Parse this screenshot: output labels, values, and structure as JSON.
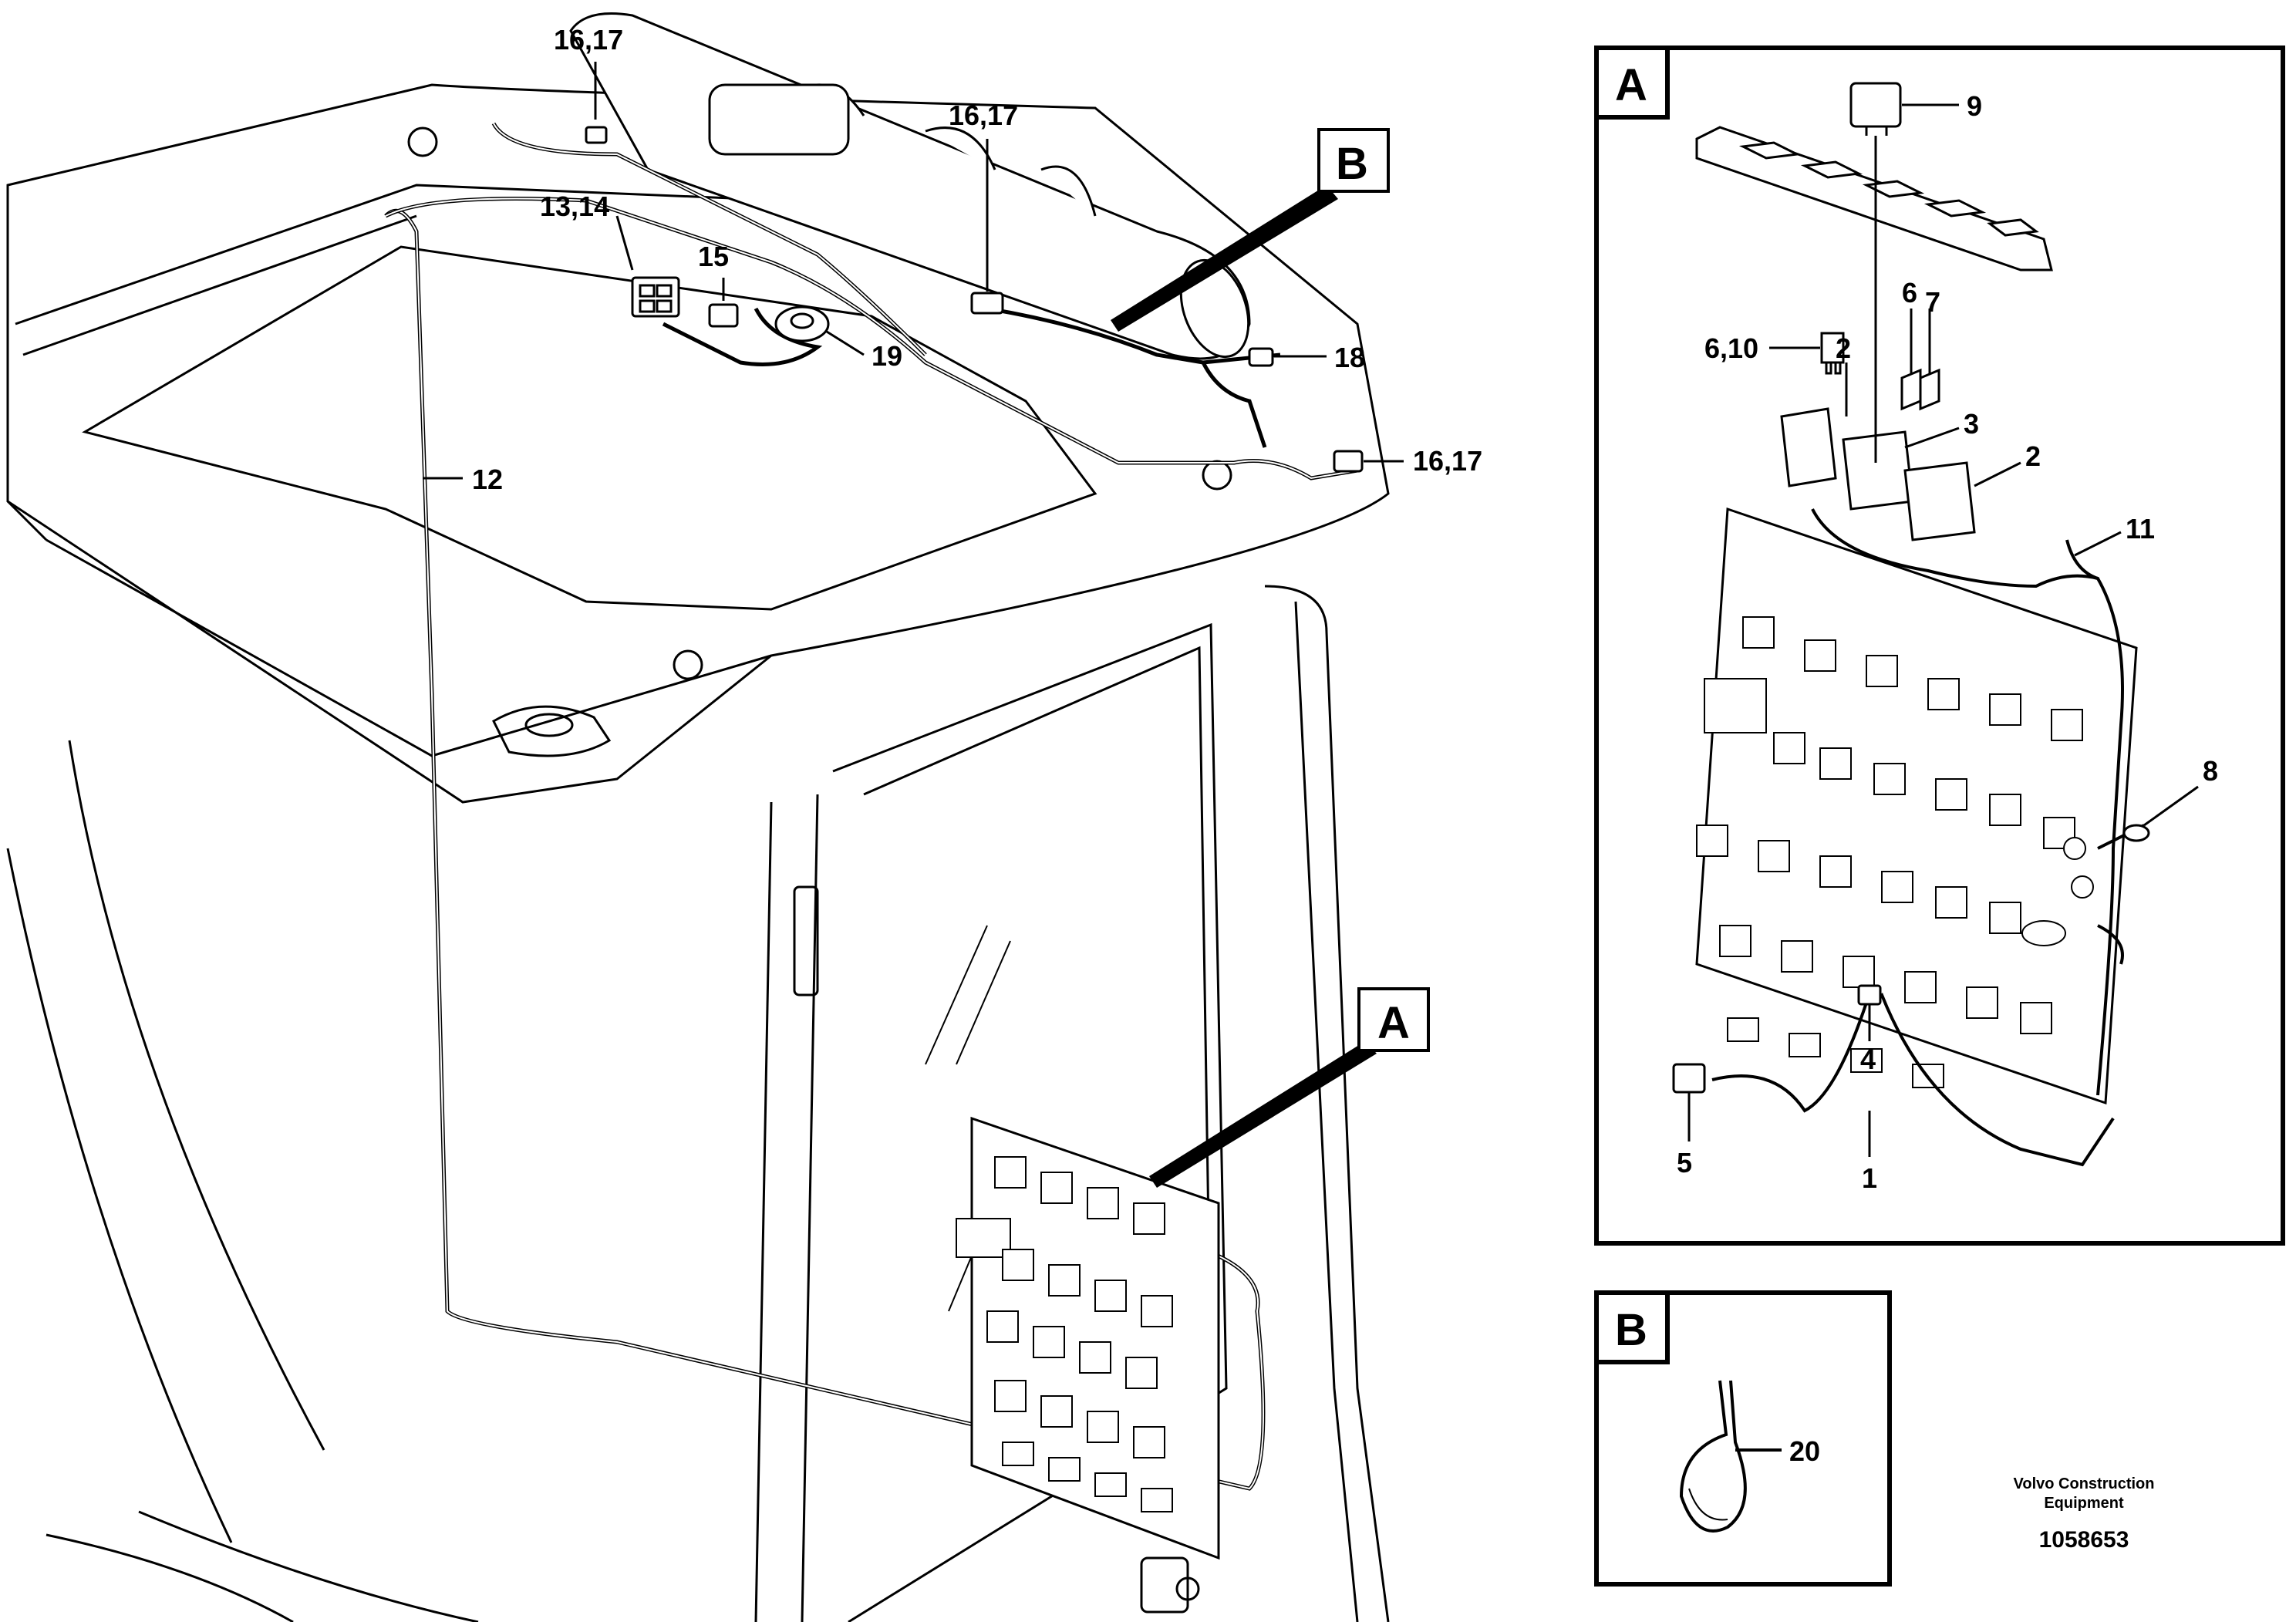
{
  "diagram": {
    "part_labels": {
      "cab_16_17_top": "16,17",
      "cab_16_17_mid": "16,17",
      "cab_16_17_right": "16,17",
      "cab_13_14": "13,14",
      "cab_15": "15",
      "cab_18": "18",
      "cab_19": "19",
      "cab_12": "12",
      "a_9": "9",
      "a_6_10": "6,10",
      "a_2_left": "2",
      "a_6": "6",
      "a_7": "7",
      "a_3": "3",
      "a_2_right": "2",
      "a_11": "11",
      "a_8": "8",
      "a_4": "4",
      "a_5": "5",
      "a_1": "1",
      "b_20": "20"
    },
    "callouts": {
      "detail_a_label": "A",
      "detail_b_label": "B",
      "cab_a_marker": "A",
      "cab_b_marker": "B"
    },
    "footer": {
      "company_line1": "Volvo Construction",
      "company_line2": "Equipment",
      "drawing_number": "1058653"
    }
  }
}
